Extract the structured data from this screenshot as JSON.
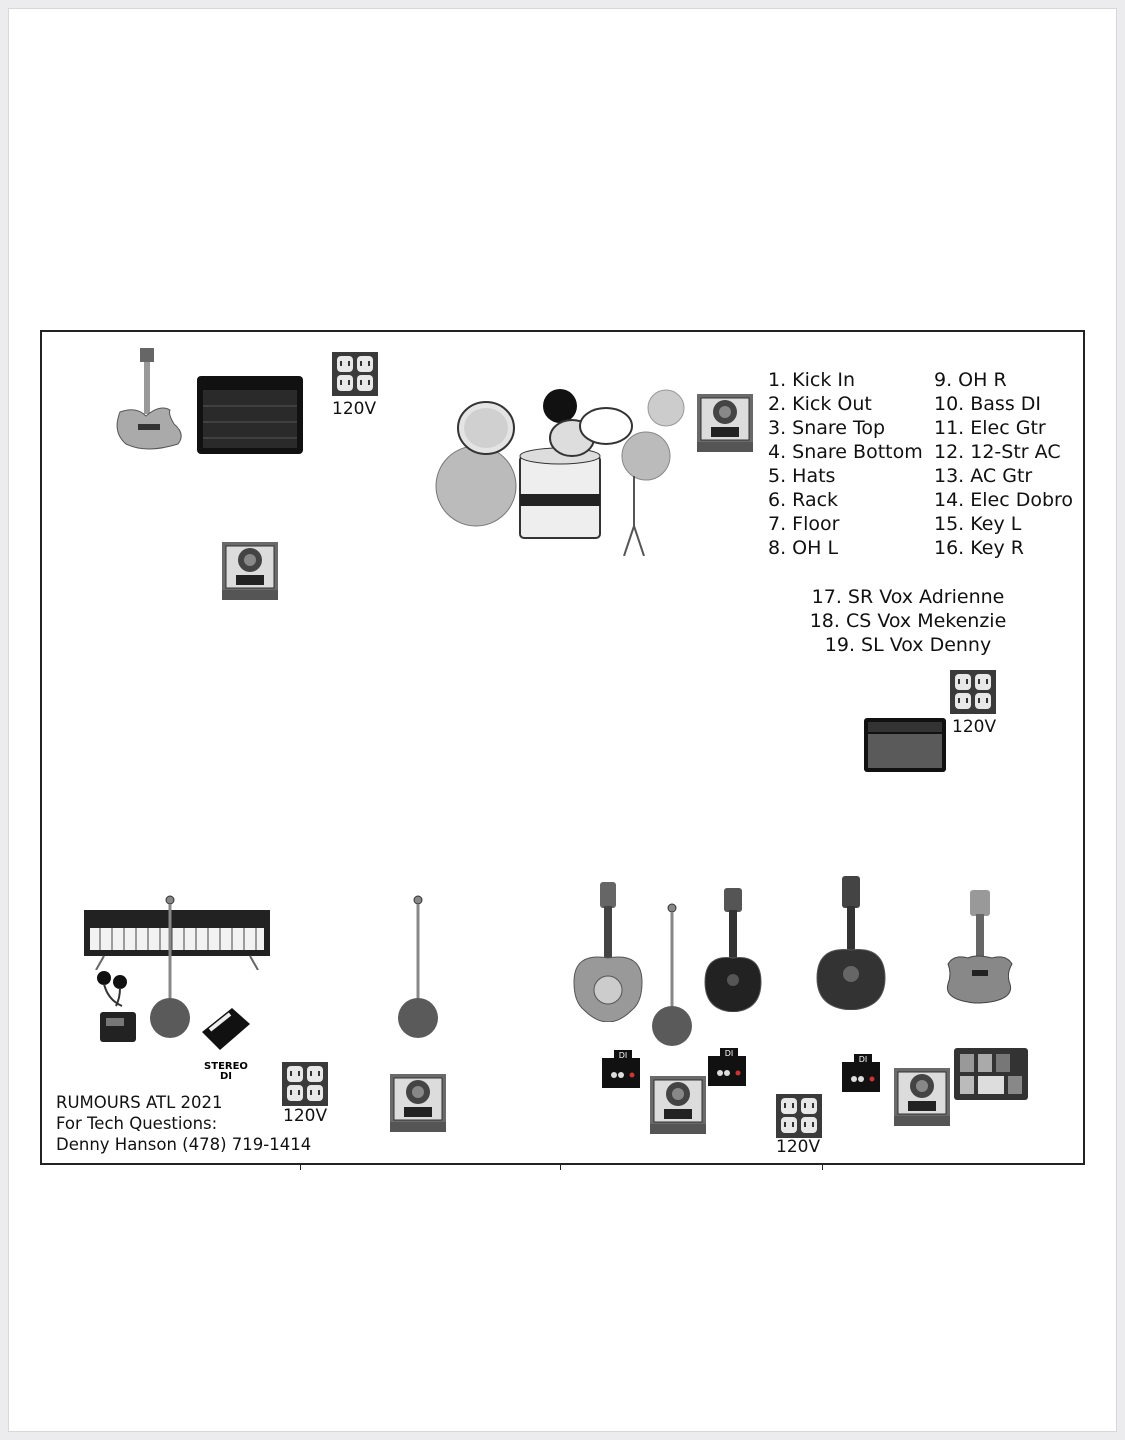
{
  "input_list": {
    "col1": [
      "1. Kick In",
      "2. Kick Out",
      "3. Snare Top",
      "4. Snare Bottom",
      "5. Hats",
      "6. Rack",
      "7. Floor",
      "8. OH L"
    ],
    "col2": [
      "9. OH R",
      "10. Bass DI",
      "11. Elec Gtr",
      "12. 12-Str AC",
      "13. AC Gtr",
      "14. Elec Dobro",
      "15. Key L",
      "16. Key R"
    ],
    "vox": [
      "17. SR Vox Adrienne",
      "18. CS Vox Mekenzie",
      "19. SL Vox Denny"
    ]
  },
  "outlets": {
    "label": "120V"
  },
  "stereo_di": {
    "line1": "STEREO",
    "line2": "DI"
  },
  "di_box_label": "DI",
  "credits": {
    "line1": "RUMOURS ATL 2021",
    "line2": "For Tech Questions:",
    "line3": "Denny Hanson (478) 719-1414"
  },
  "icons": [
    "bass-guitar-icon",
    "bass-amp-icon",
    "power-outlet-icon",
    "drum-kit-icon",
    "monitor-wedge-icon",
    "guitar-amp-icon",
    "keyboard-icon",
    "mic-stand-icon",
    "in-ear-monitor-icon",
    "di-box-icon",
    "resonator-guitar-icon",
    "acoustic-guitar-icon",
    "twelve-string-guitar-icon",
    "electric-guitar-icon",
    "pedalboard-icon"
  ]
}
